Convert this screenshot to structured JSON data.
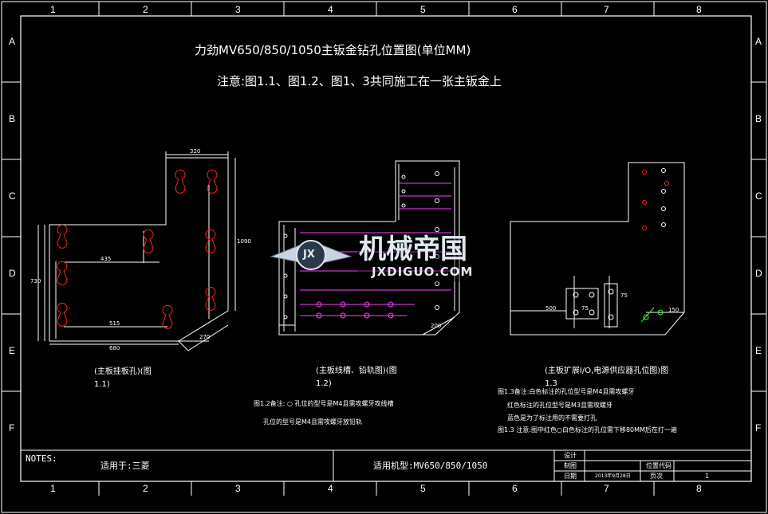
{
  "colors": {
    "background": "#000000",
    "line": "#ffffff",
    "hole_red": "#ff2020",
    "hole_magenta": "#ff40ff",
    "hole_green": "#30ff30",
    "watermark": "#e0e8f0"
  },
  "grid": {
    "columns": [
      "1",
      "2",
      "3",
      "4",
      "5",
      "6",
      "7",
      "8"
    ],
    "rows": [
      "A",
      "B",
      "C",
      "D",
      "E",
      "F"
    ]
  },
  "header": {
    "title": "力劲MV650/850/1050主钣金钻孔位置图(单位MM)",
    "notice": "注意:图1.1、图1.2、图1、3共同施工在一张主钣金上"
  },
  "fig1": {
    "dims": [
      "320",
      "1090",
      "730",
      "435",
      "515",
      "680",
      "270"
    ],
    "caption_line1": "(主板挂板孔)(图",
    "caption_line2": "1.1)"
  },
  "fig2": {
    "dims": [
      "200"
    ],
    "caption_line1": "(主板线槽、铅轨图)(图",
    "caption_line2": "1.2)",
    "note_line1": "图1.2备注: ○ 孔位的型号是M4且需攻螺牙攻线槽",
    "note_line2": "孔位的型号是M4且需攻螺牙放铅轨"
  },
  "fig3": {
    "dims": [
      "500",
      "75",
      "75",
      "150"
    ],
    "caption_line1": "(主板扩展I/O,电源供应器孔位图)图",
    "caption_line2": "1.3",
    "note_line1": "图1.3备注:白色标注的孔位型号是M4且需攻螺牙",
    "note_line2": "红色标注的孔位型号是M3且需攻螺牙",
    "note_line3": "蓝色是为了标注用的不需要打孔",
    "note_line4": "图1.3 注意:图中红色○白色标注的孔位需下移80MM后在打一遍"
  },
  "watermark": {
    "main": "机械帝国",
    "sub": "JXDIGUO.COM",
    "badge": "JX"
  },
  "title_block": {
    "notes_label": "NOTES:",
    "applicable": "适用于:三菱",
    "model": "适用机型:MV650/850/1050",
    "design_label": "设计",
    "drawing_label": "制图",
    "date_label": "日期",
    "date_value": "2013年9月28日",
    "position_code_label": "位置代码",
    "page_label": "页次",
    "page_value": "1"
  }
}
